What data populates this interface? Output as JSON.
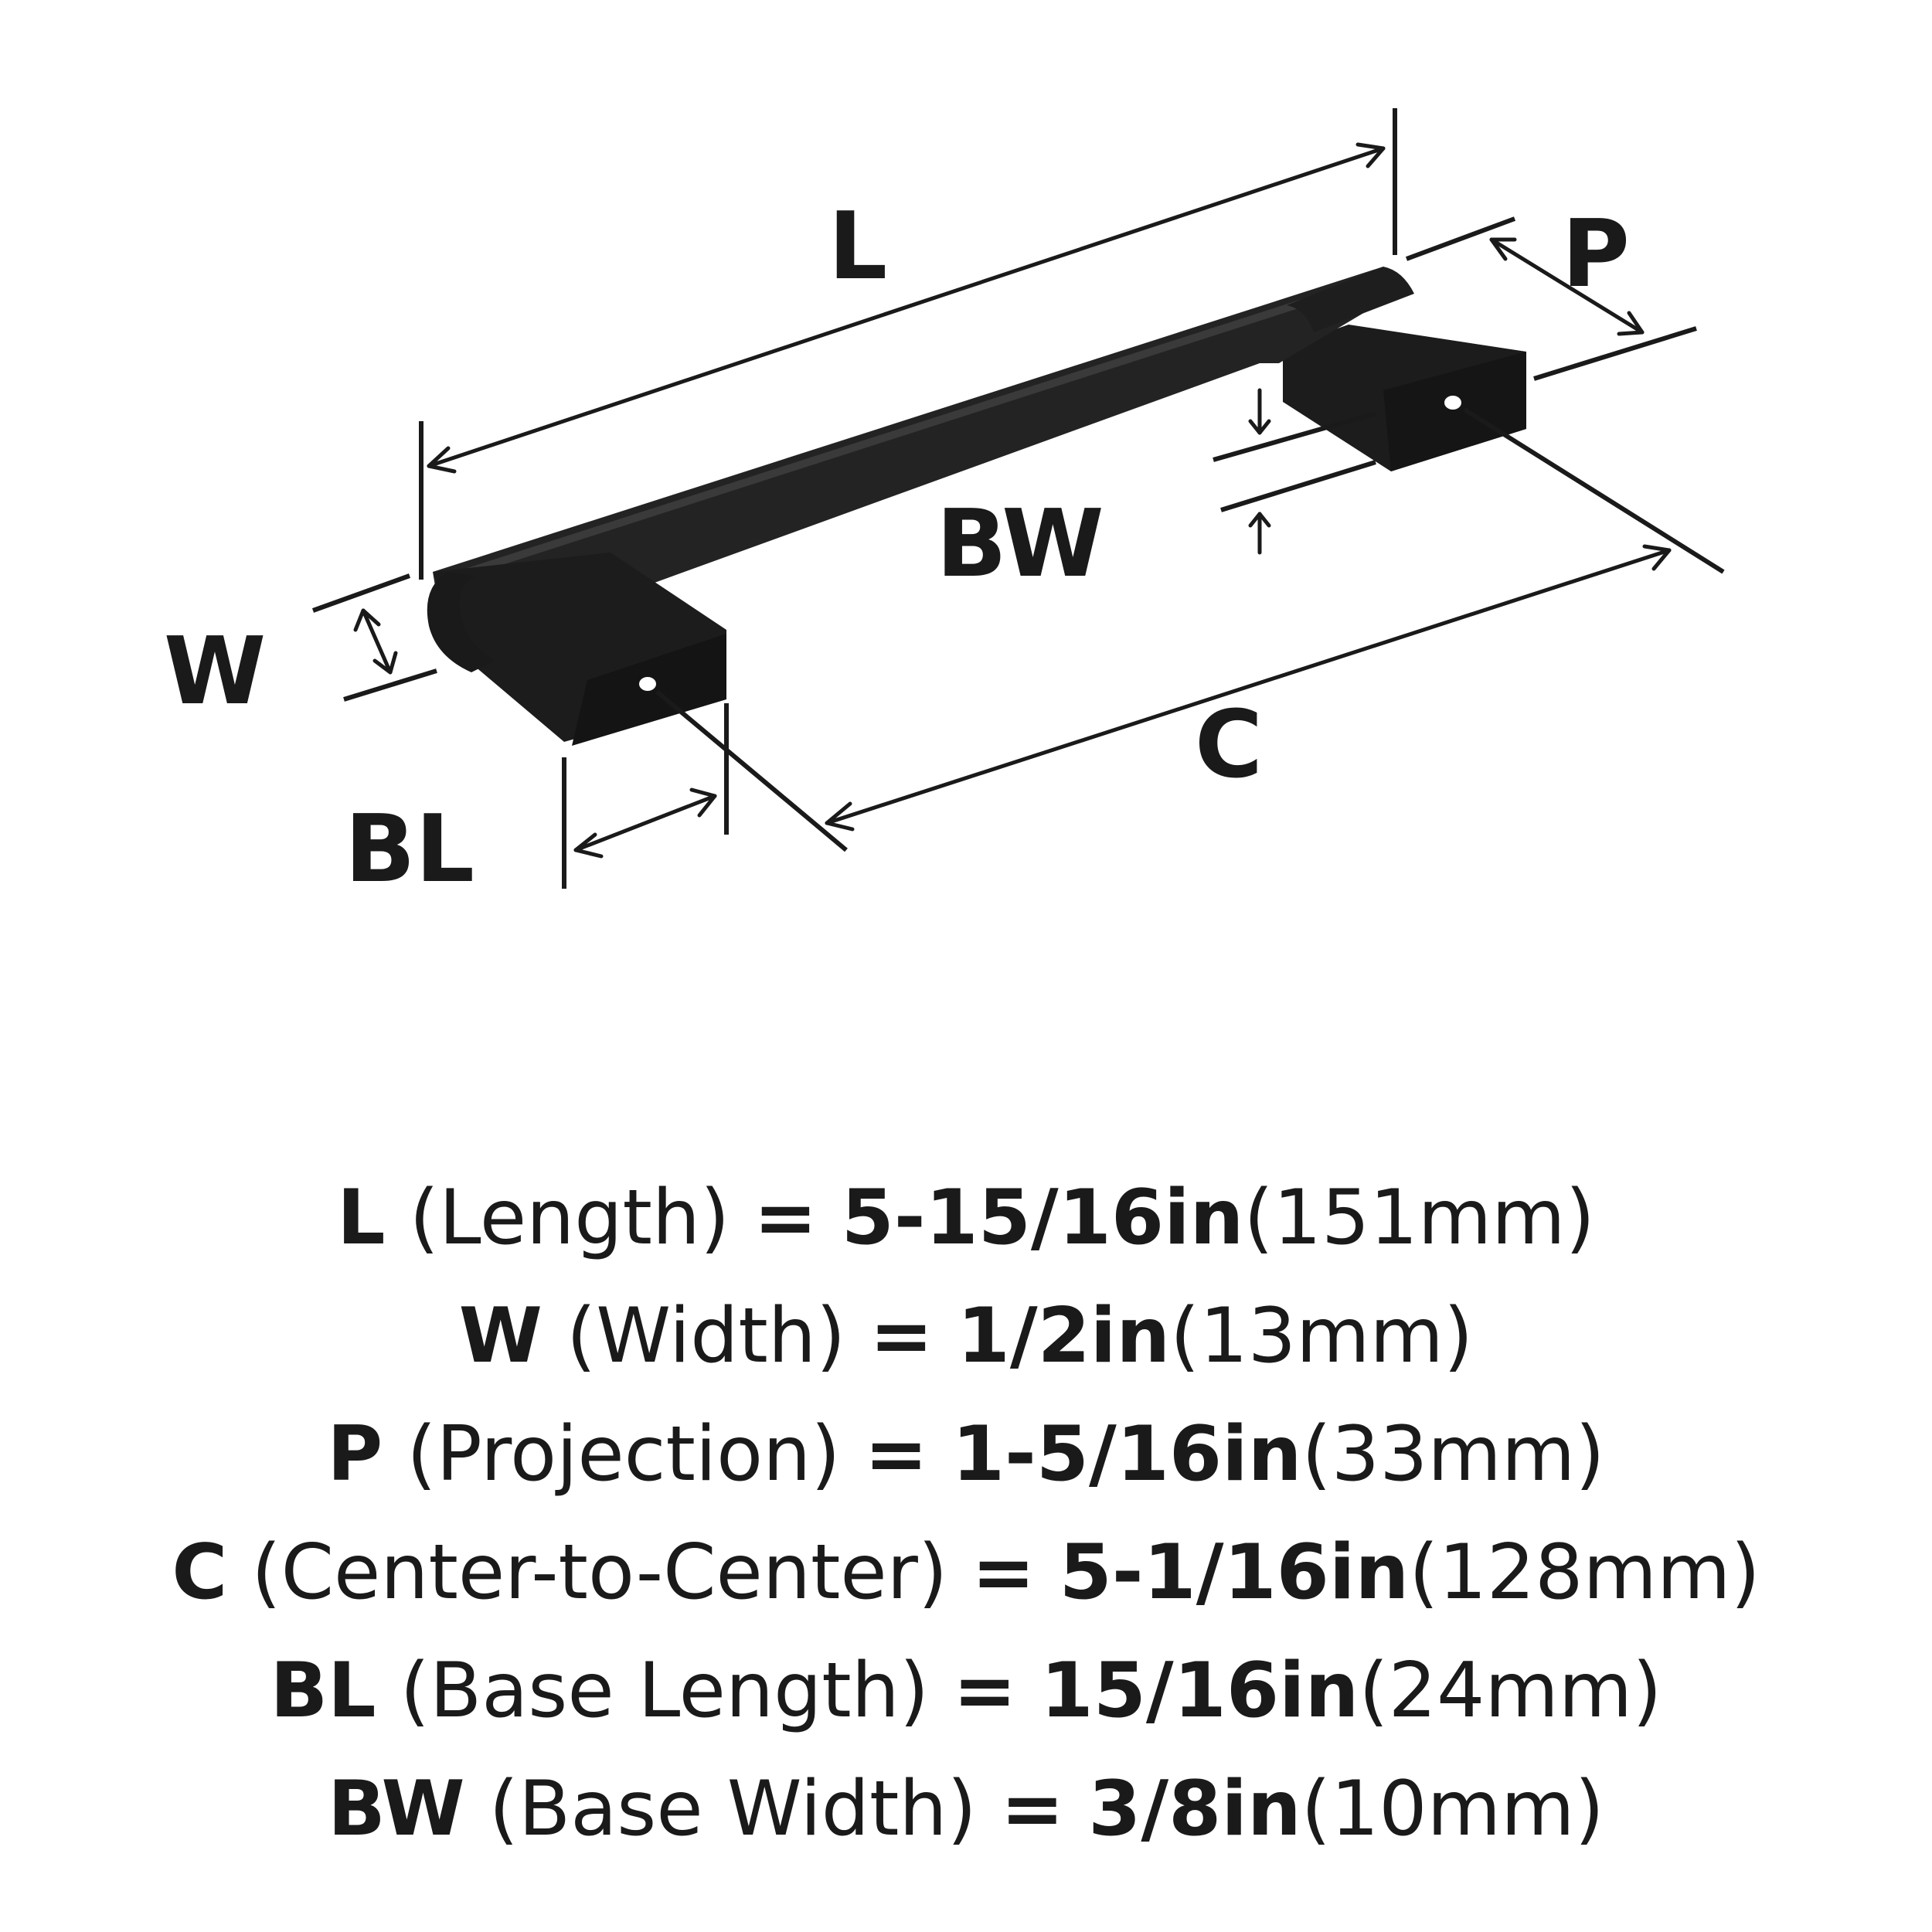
{
  "diagram": {
    "labels": {
      "length": "L",
      "projection": "P",
      "base_width": "BW",
      "width": "W",
      "center_to_center": "C",
      "base_length": "BL"
    },
    "colors": {
      "ink": "#1a1a1a",
      "handle": "#232323",
      "handle_shade": "#111111",
      "handle_highlight": "#3a3a3a",
      "background": "#ffffff"
    }
  },
  "specs": [
    {
      "symbol": "L",
      "name": "(Length)",
      "equals": "=",
      "value": "5-15/16in",
      "metric": "(151mm)"
    },
    {
      "symbol": "W",
      "name": "(Width)",
      "equals": "=",
      "value": "1/2in",
      "metric": "(13mm)"
    },
    {
      "symbol": "P",
      "name": "(Projection)",
      "equals": "=",
      "value": "1-5/16in",
      "metric": "(33mm)"
    },
    {
      "symbol": "C",
      "name": "(Center-to-Center)",
      "equals": "=",
      "value": "5-1/16in",
      "metric": "(128mm)"
    },
    {
      "symbol": "BL",
      "name": "(Base Length)",
      "equals": "=",
      "value": "15/16in",
      "metric": "(24mm)"
    },
    {
      "symbol": "BW",
      "name": "(Base Width)",
      "equals": "=",
      "value": "3/8in",
      "metric": "(10mm)"
    }
  ]
}
